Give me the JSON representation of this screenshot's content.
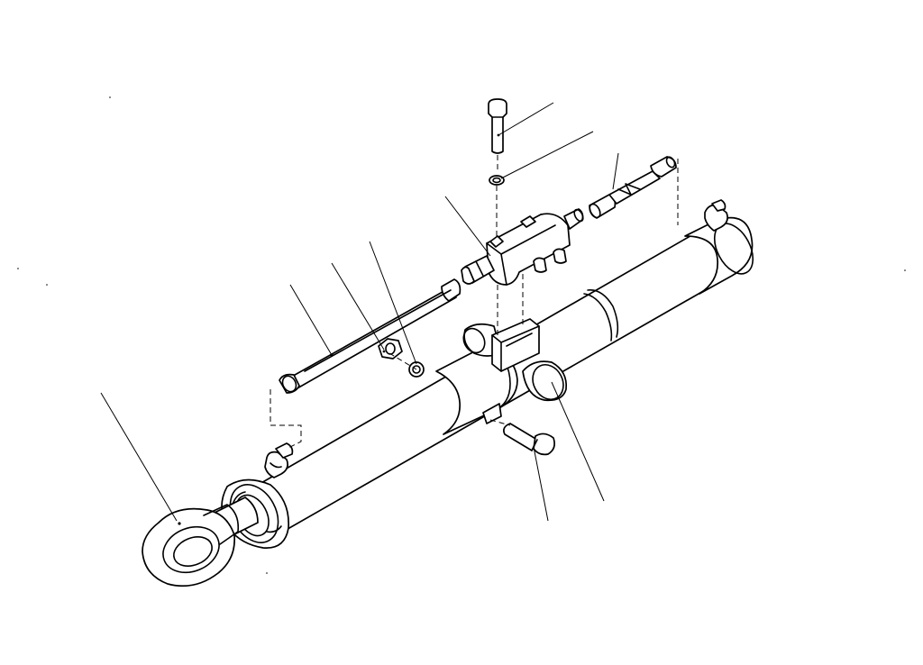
{
  "diagram": {
    "type": "exploded-parts-drawing",
    "subject": "hydraulic-cylinder-assembly",
    "line_color": "#000000",
    "background": "#ffffff",
    "callouts": [
      {
        "id": "rod-eye",
        "label": ""
      },
      {
        "id": "tube",
        "label": ""
      },
      {
        "id": "nut",
        "label": ""
      },
      {
        "id": "washer",
        "label": ""
      },
      {
        "id": "valve-block",
        "label": ""
      },
      {
        "id": "top-bolt",
        "label": ""
      },
      {
        "id": "o-ring",
        "label": ""
      },
      {
        "id": "hose",
        "label": ""
      },
      {
        "id": "trunnion",
        "label": ""
      },
      {
        "id": "bottom-bolt",
        "label": ""
      }
    ]
  }
}
